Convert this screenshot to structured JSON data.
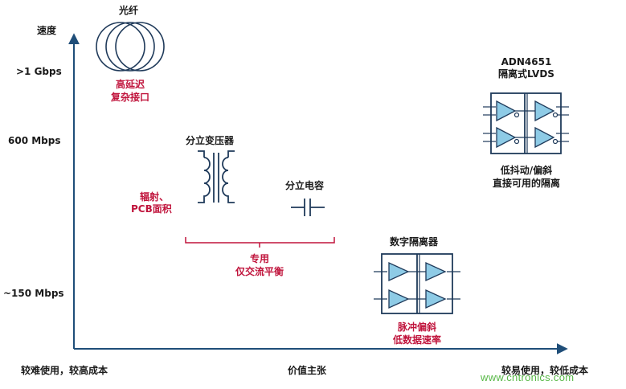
{
  "axes": {
    "y_title": "速度",
    "y_ticks": [
      ">1 Gbps",
      "600 Mbps",
      "~150 Mbps"
    ],
    "x_title": "价值主张",
    "x_left": "较难使用，较高成本",
    "x_right": "较易使用，较低成本"
  },
  "fiber": {
    "title": "光纤",
    "note_line1": "高延迟",
    "note_line2": "复杂接口"
  },
  "transformer": {
    "title": "分立变压器",
    "note_line1": "辐射、",
    "note_line2": "PCB面积"
  },
  "capacitor": {
    "title": "分立电容"
  },
  "shared": {
    "note_line1": "专用",
    "note_line2": "仅交流平衡"
  },
  "digital_isolator": {
    "title": "数字隔离器",
    "note_line1": "脉冲偏斜",
    "note_line2": "低数据速率"
  },
  "adn": {
    "title_line1": "ADN4651",
    "title_line2": "隔离式LVDS",
    "note_line1": "低抖动/偏斜",
    "note_line2": "直接可用的隔离"
  },
  "watermark": "www.cntronics.com",
  "colors": {
    "axis": "#1f4e79",
    "accent_red": "#c0143c",
    "triangle_fill": "#8ecbe6",
    "watermark": "#58b847"
  }
}
